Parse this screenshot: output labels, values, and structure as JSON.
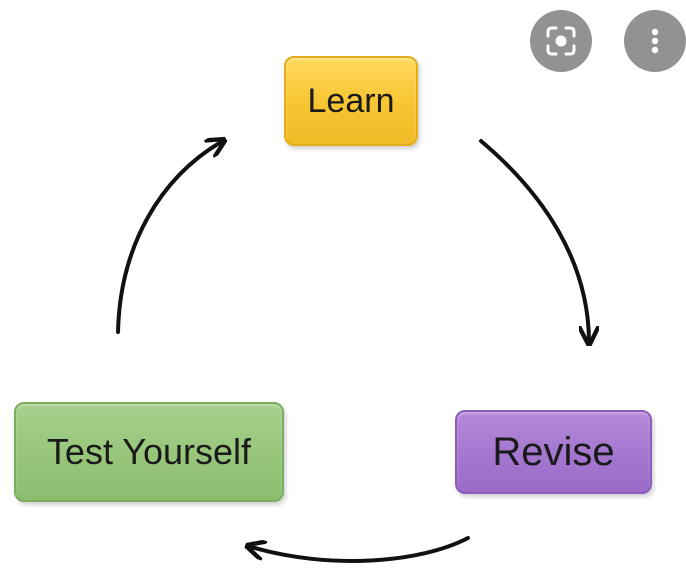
{
  "diagram": {
    "nodes": [
      {
        "id": "learn",
        "label": "Learn",
        "color": "#f7c532"
      },
      {
        "id": "revise",
        "label": "Revise",
        "color": "#a377cf"
      },
      {
        "id": "test",
        "label": "Test Yourself",
        "color": "#97c67a"
      }
    ],
    "edges": [
      {
        "from": "learn",
        "to": "revise"
      },
      {
        "from": "revise",
        "to": "test"
      },
      {
        "from": "test",
        "to": "learn"
      }
    ]
  },
  "overlay": {
    "buttons": [
      {
        "icon": "lens-search-icon"
      },
      {
        "icon": "more-options-icon"
      }
    ]
  }
}
